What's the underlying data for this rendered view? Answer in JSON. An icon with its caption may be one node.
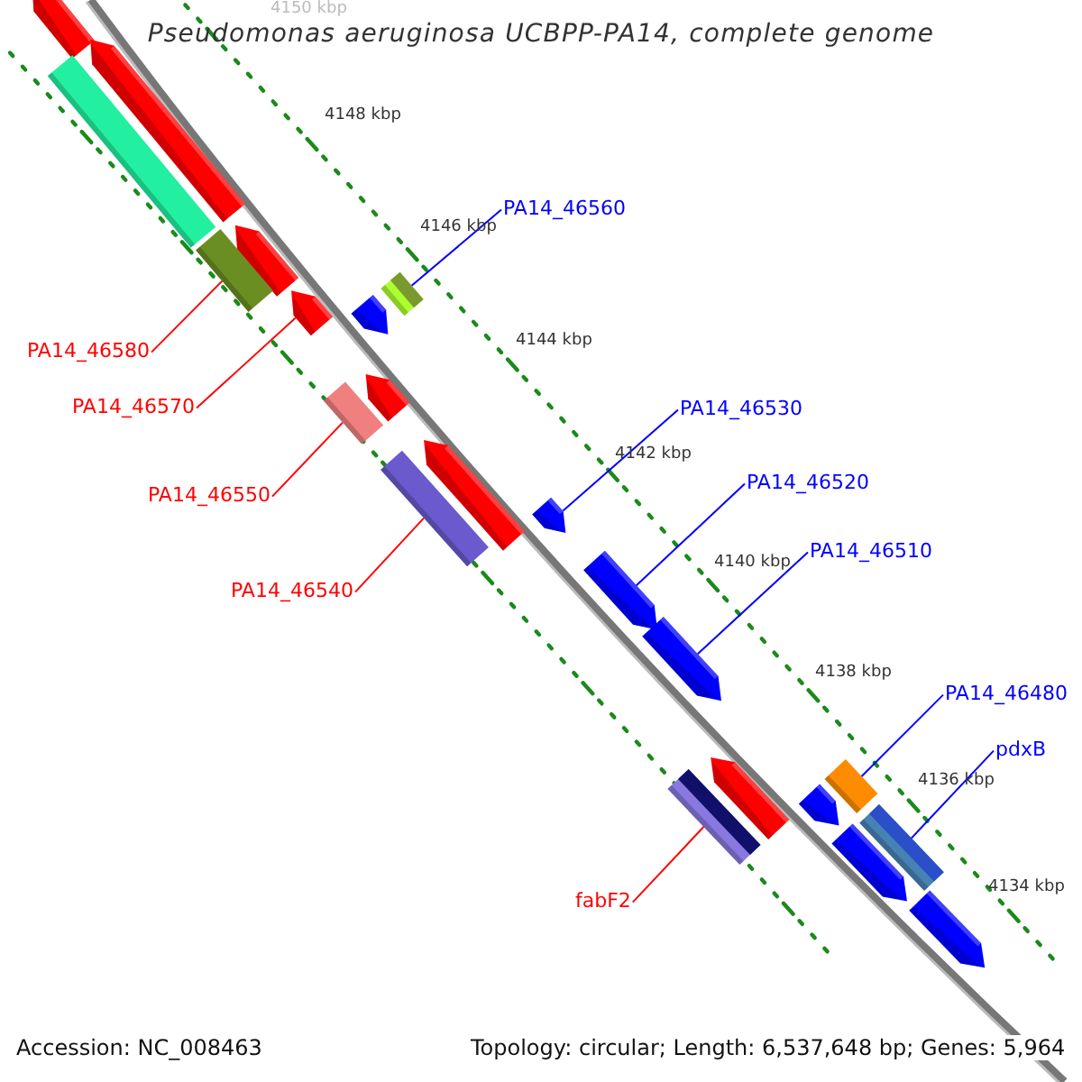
{
  "diagram": {
    "title": "Pseudomonas aeruginosa UCBPP-PA14, complete genome",
    "nodes": [
      {
        "text": [
          "PA14_46560"
        ]
      },
      {
        "text": [
          "PA14_46580"
        ]
      },
      {
        "text": [
          "PA14_46570"
        ]
      },
      {
        "text": [
          "PA14_46530"
        ]
      },
      {
        "text": [
          "PA14_46520"
        ]
      },
      {
        "text": [
          "PA14_46550"
        ]
      },
      {
        "text": [
          "PA14_46510"
        ]
      },
      {
        "text": [
          "PA14_46540"
        ]
      },
      {
        "text": [
          "PA14_46480"
        ]
      },
      {
        "text": [
          "pdxB"
        ]
      },
      {
        "text": [
          "fabF2"
        ]
      },
      {
        "text": [],
        "shape": "arrow"
      },
      {
        "text": [],
        "shape": "arrow"
      },
      {
        "text": [],
        "shape": "bar"
      },
      {
        "text": [],
        "shape": "arrow"
      },
      {
        "text": [],
        "shape": "bar"
      },
      {
        "text": [],
        "shape": "bar"
      },
      {
        "text": [],
        "shape": "arrow"
      },
      {
        "text": [],
        "shape": "arrow"
      },
      {
        "text": [],
        "shape": "arrow"
      },
      {
        "text": [],
        "shape": "bar"
      },
      {
        "text": [],
        "shape": "arrow"
      },
      {
        "text": [],
        "shape": "bar"
      },
      {
        "text": [],
        "shape": "arrow"
      },
      {
        "text": [],
        "shape": "arrow"
      },
      {
        "text": [],
        "shape": "arrow"
      },
      {
        "text": [],
        "shape": "bar"
      },
      {
        "text": [],
        "shape": "arrow"
      },
      {
        "text": [],
        "shape": "arrow"
      },
      {
        "text": [],
        "shape": "bar"
      },
      {
        "text": [],
        "shape": "bar"
      },
      {
        "text": [],
        "shape": "arrow"
      },
      {
        "text": [],
        "shape": "arrow"
      }
    ],
    "edges": [
      {
        "from": 0,
        "to": 16,
        "arrow": "none"
      },
      {
        "from": 1,
        "to": 15,
        "arrow": "none",
        "color": "#ff0000"
      },
      {
        "from": 2,
        "to": 17,
        "arrow": "none",
        "color": "#ff0000"
      },
      {
        "from": 3,
        "to": 23,
        "arrow": "none"
      },
      {
        "from": 4,
        "to": 24,
        "arrow": "none"
      },
      {
        "from": 5,
        "to": 20,
        "arrow": "none",
        "color": "#ff0000"
      },
      {
        "from": 6,
        "to": 25,
        "arrow": "none"
      },
      {
        "from": 7,
        "to": 22,
        "arrow": "none",
        "color": "#ff0000"
      },
      {
        "from": 8,
        "to": 26,
        "arrow": "none"
      },
      {
        "from": 9,
        "to": 30,
        "arrow": "none"
      },
      {
        "from": 10,
        "to": 29,
        "arrow": "none",
        "color": "#ff0000"
      }
    ],
    "labels": [
      "4150 kbp",
      "4148 kbp",
      "4146 kbp",
      "4144 kbp",
      "4142 kbp",
      "4140 kbp",
      "4138 kbp",
      "4136 kbp",
      "4134 kbp",
      "Accession: NC_008463",
      "Topology: circular; Length: 6,537,648 bp; Genes: 5,964"
    ]
  }
}
